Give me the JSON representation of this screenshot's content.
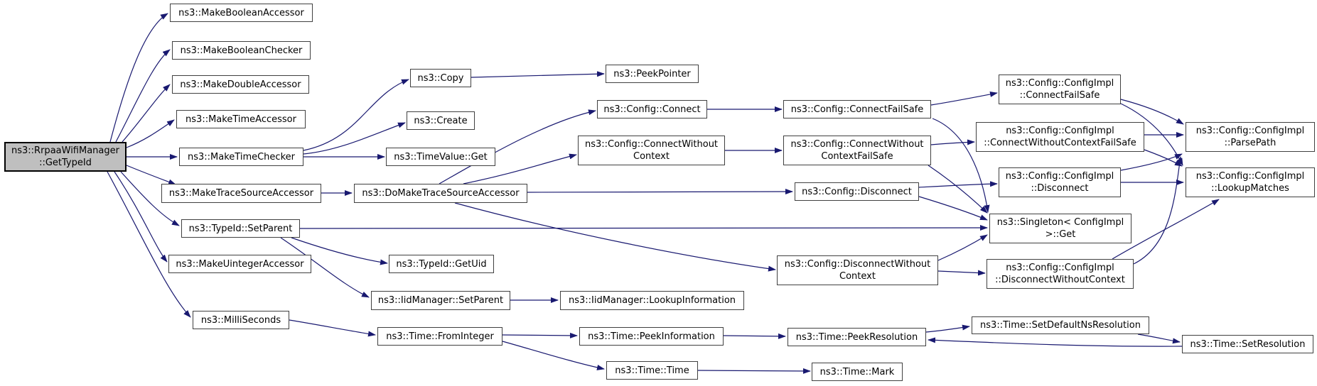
{
  "diagram": {
    "type": "doxygen-call-graph",
    "background_color": "#ffffff",
    "edge_color": "#191970",
    "node_border_color": "#404040",
    "highlight_fill_color": "#bfbfbf",
    "nodes": [
      {
        "id": "rrpaa-wifi-manager-get-type-id",
        "label": "ns3::RrpaaWifiManager\n::GetTypeId",
        "highlighted": true
      },
      {
        "id": "make-boolean-accessor",
        "label": "ns3::MakeBooleanAccessor",
        "highlighted": false
      },
      {
        "id": "make-boolean-checker",
        "label": "ns3::MakeBooleanChecker",
        "highlighted": false
      },
      {
        "id": "make-double-accessor",
        "label": "ns3::MakeDoubleAccessor",
        "highlighted": false
      },
      {
        "id": "make-time-accessor",
        "label": "ns3::MakeTimeAccessor",
        "highlighted": false
      },
      {
        "id": "make-time-checker",
        "label": "ns3::MakeTimeChecker",
        "highlighted": false
      },
      {
        "id": "make-trace-source-accessor",
        "label": "ns3::MakeTraceSourceAccessor",
        "highlighted": false
      },
      {
        "id": "typeid-set-parent",
        "label": "ns3::TypeId::SetParent",
        "highlighted": false
      },
      {
        "id": "make-uinteger-accessor",
        "label": "ns3::MakeUintegerAccessor",
        "highlighted": false
      },
      {
        "id": "milliseconds",
        "label": "ns3::MilliSeconds",
        "highlighted": false
      },
      {
        "id": "copy",
        "label": "ns3::Copy",
        "highlighted": false
      },
      {
        "id": "create",
        "label": "ns3::Create",
        "highlighted": false
      },
      {
        "id": "timevalue-get",
        "label": "ns3::TimeValue::Get",
        "highlighted": false
      },
      {
        "id": "do-make-trace-source-accessor",
        "label": "ns3::DoMakeTraceSourceAccessor",
        "highlighted": false
      },
      {
        "id": "peek-pointer",
        "label": "ns3::PeekPointer",
        "highlighted": false
      },
      {
        "id": "config-connect",
        "label": "ns3::Config::Connect",
        "highlighted": false
      },
      {
        "id": "config-connect-without-context",
        "label": "ns3::Config::ConnectWithout\nContext",
        "highlighted": false
      },
      {
        "id": "config-connect-fail-safe",
        "label": "ns3::Config::ConnectFailSafe",
        "highlighted": false
      },
      {
        "id": "config-connect-without-context-fail-safe",
        "label": "ns3::Config::ConnectWithout\nContextFailSafe",
        "highlighted": false
      },
      {
        "id": "config-disconnect",
        "label": "ns3::Config::Disconnect",
        "highlighted": false
      },
      {
        "id": "config-disconnect-without-context",
        "label": "ns3::Config::DisconnectWithout\nContext",
        "highlighted": false
      },
      {
        "id": "configimpl-connect-fail-safe",
        "label": "ns3::Config::ConfigImpl\n::ConnectFailSafe",
        "highlighted": false
      },
      {
        "id": "configimpl-connect-without-context-fail-safe",
        "label": "ns3::Config::ConfigImpl\n::ConnectWithoutContextFailSafe",
        "highlighted": false
      },
      {
        "id": "configimpl-disconnect",
        "label": "ns3::Config::ConfigImpl\n::Disconnect",
        "highlighted": false
      },
      {
        "id": "singleton-configimpl-get",
        "label": "ns3::Singleton< ConfigImpl\n>::Get",
        "highlighted": false
      },
      {
        "id": "configimpl-disconnect-without-context",
        "label": "ns3::Config::ConfigImpl\n::DisconnectWithoutContext",
        "highlighted": false
      },
      {
        "id": "configimpl-parse-path",
        "label": "ns3::Config::ConfigImpl\n::ParsePath",
        "highlighted": false
      },
      {
        "id": "configimpl-lookup-matches",
        "label": "ns3::Config::ConfigImpl\n::LookupMatches",
        "highlighted": false
      },
      {
        "id": "typeid-get-uid",
        "label": "ns3::TypeId::GetUid",
        "highlighted": false
      },
      {
        "id": "iid-manager-set-parent",
        "label": "ns3::IidManager::SetParent",
        "highlighted": false
      },
      {
        "id": "iid-manager-lookup-information",
        "label": "ns3::IidManager::LookupInformation",
        "highlighted": false
      },
      {
        "id": "time-from-integer",
        "label": "ns3::Time::FromInteger",
        "highlighted": false
      },
      {
        "id": "time-peek-information",
        "label": "ns3::Time::PeekInformation",
        "highlighted": false
      },
      {
        "id": "time-time",
        "label": "ns3::Time::Time",
        "highlighted": false
      },
      {
        "id": "time-mark",
        "label": "ns3::Time::Mark",
        "highlighted": false
      },
      {
        "id": "time-peek-resolution",
        "label": "ns3::Time::PeekResolution",
        "highlighted": false
      },
      {
        "id": "time-set-default-ns-resolution",
        "label": "ns3::Time::SetDefaultNsResolution",
        "highlighted": false
      },
      {
        "id": "time-set-resolution",
        "label": "ns3::Time::SetResolution",
        "highlighted": false
      }
    ],
    "edges": [
      {
        "from": "rrpaa-wifi-manager-get-type-id",
        "to": "make-boolean-accessor"
      },
      {
        "from": "rrpaa-wifi-manager-get-type-id",
        "to": "make-boolean-checker"
      },
      {
        "from": "rrpaa-wifi-manager-get-type-id",
        "to": "make-double-accessor"
      },
      {
        "from": "rrpaa-wifi-manager-get-type-id",
        "to": "make-time-accessor"
      },
      {
        "from": "rrpaa-wifi-manager-get-type-id",
        "to": "make-time-checker"
      },
      {
        "from": "rrpaa-wifi-manager-get-type-id",
        "to": "make-trace-source-accessor"
      },
      {
        "from": "rrpaa-wifi-manager-get-type-id",
        "to": "typeid-set-parent"
      },
      {
        "from": "rrpaa-wifi-manager-get-type-id",
        "to": "make-uinteger-accessor"
      },
      {
        "from": "rrpaa-wifi-manager-get-type-id",
        "to": "milliseconds"
      },
      {
        "from": "make-time-checker",
        "to": "copy"
      },
      {
        "from": "make-time-checker",
        "to": "create"
      },
      {
        "from": "make-time-checker",
        "to": "timevalue-get"
      },
      {
        "from": "copy",
        "to": "peek-pointer"
      },
      {
        "from": "make-trace-source-accessor",
        "to": "do-make-trace-source-accessor"
      },
      {
        "from": "do-make-trace-source-accessor",
        "to": "config-connect"
      },
      {
        "from": "do-make-trace-source-accessor",
        "to": "config-connect-without-context"
      },
      {
        "from": "do-make-trace-source-accessor",
        "to": "config-disconnect"
      },
      {
        "from": "do-make-trace-source-accessor",
        "to": "config-disconnect-without-context"
      },
      {
        "from": "config-connect",
        "to": "config-connect-fail-safe"
      },
      {
        "from": "config-connect-without-context",
        "to": "config-connect-without-context-fail-safe"
      },
      {
        "from": "config-connect-fail-safe",
        "to": "configimpl-connect-fail-safe"
      },
      {
        "from": "config-connect-fail-safe",
        "to": "singleton-configimpl-get"
      },
      {
        "from": "config-connect-without-context-fail-safe",
        "to": "configimpl-connect-without-context-fail-safe"
      },
      {
        "from": "config-connect-without-context-fail-safe",
        "to": "singleton-configimpl-get"
      },
      {
        "from": "config-disconnect",
        "to": "configimpl-disconnect"
      },
      {
        "from": "config-disconnect",
        "to": "singleton-configimpl-get"
      },
      {
        "from": "config-disconnect-without-context",
        "to": "configimpl-disconnect-without-context"
      },
      {
        "from": "config-disconnect-without-context",
        "to": "singleton-configimpl-get"
      },
      {
        "from": "typeid-set-parent",
        "to": "singleton-configimpl-get"
      },
      {
        "from": "configimpl-connect-fail-safe",
        "to": "configimpl-parse-path"
      },
      {
        "from": "configimpl-connect-fail-safe",
        "to": "configimpl-lookup-matches"
      },
      {
        "from": "configimpl-connect-without-context-fail-safe",
        "to": "configimpl-parse-path"
      },
      {
        "from": "configimpl-connect-without-context-fail-safe",
        "to": "configimpl-lookup-matches"
      },
      {
        "from": "configimpl-disconnect",
        "to": "configimpl-parse-path"
      },
      {
        "from": "configimpl-disconnect",
        "to": "configimpl-lookup-matches"
      },
      {
        "from": "configimpl-disconnect-without-context",
        "to": "configimpl-lookup-matches"
      },
      {
        "from": "configimpl-disconnect-without-context",
        "to": "configimpl-parse-path"
      },
      {
        "from": "typeid-set-parent",
        "to": "typeid-get-uid"
      },
      {
        "from": "typeid-set-parent",
        "to": "iid-manager-set-parent"
      },
      {
        "from": "iid-manager-set-parent",
        "to": "iid-manager-lookup-information"
      },
      {
        "from": "milliseconds",
        "to": "time-from-integer"
      },
      {
        "from": "time-from-integer",
        "to": "time-peek-information"
      },
      {
        "from": "time-from-integer",
        "to": "time-time"
      },
      {
        "from": "time-peek-information",
        "to": "time-peek-resolution"
      },
      {
        "from": "time-peek-resolution",
        "to": "time-set-default-ns-resolution"
      },
      {
        "from": "time-set-default-ns-resolution",
        "to": "time-set-resolution"
      },
      {
        "from": "time-set-resolution",
        "to": "time-peek-resolution"
      },
      {
        "from": "time-time",
        "to": "time-mark"
      }
    ]
  }
}
